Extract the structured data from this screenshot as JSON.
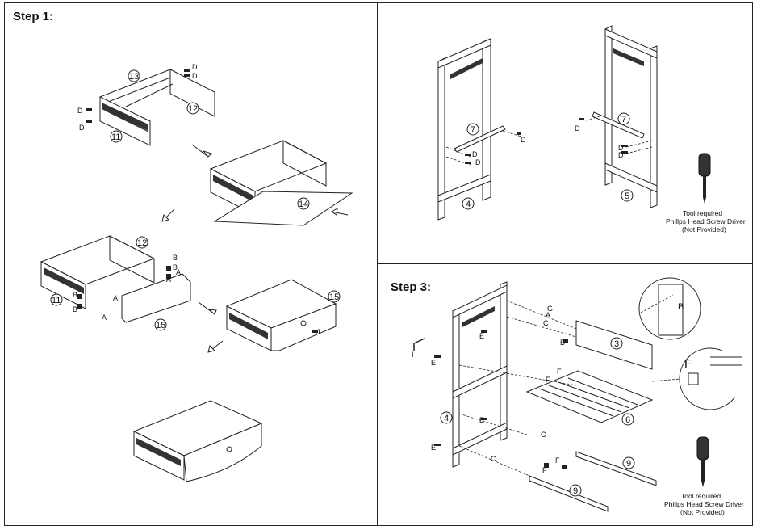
{
  "steps": {
    "step1": "Step 1:",
    "step3": "Step 3:"
  },
  "parts": {
    "p3": "3",
    "p4": "4",
    "p5": "5",
    "p6": "6",
    "p7": "7",
    "p9": "9",
    "p11": "11",
    "p12": "12",
    "p13": "13",
    "p14": "14",
    "p15": "15"
  },
  "hardware": {
    "A": "A",
    "B": "B",
    "C": "C",
    "D": "D",
    "E": "E",
    "F": "F",
    "G": "G",
    "I": "I",
    "J": "J"
  },
  "tool_note": {
    "line1": "Tool required",
    "line2": "Phillps Head Screw Driver",
    "line3": "(Not Provided)"
  }
}
